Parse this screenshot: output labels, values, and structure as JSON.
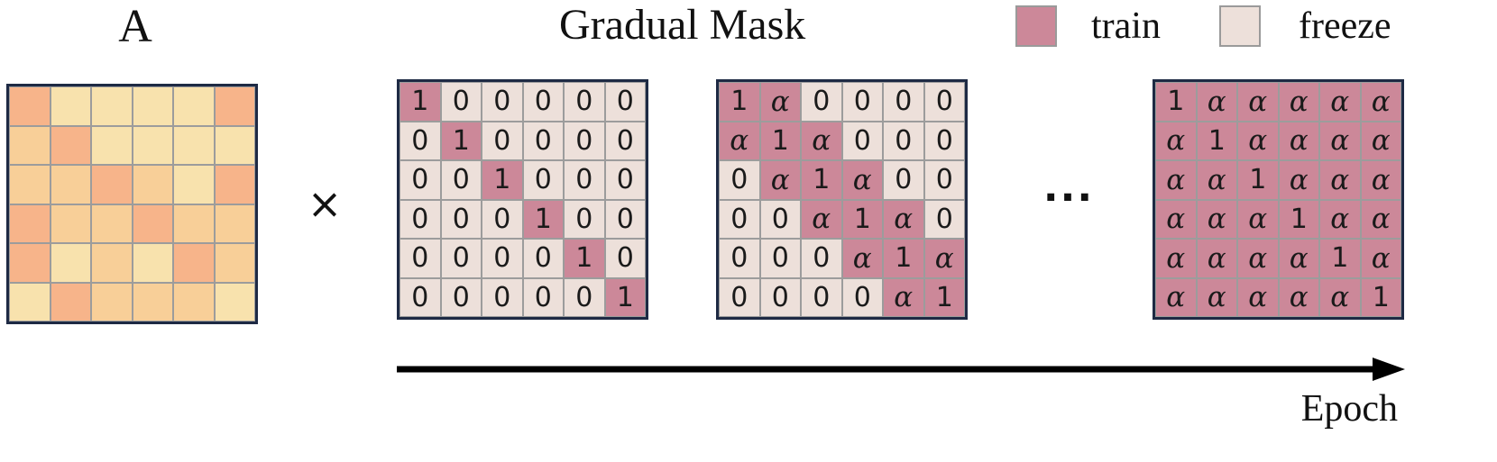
{
  "title_a": "A",
  "title_mask": "Gradual Mask",
  "legend": [
    {
      "label": "train",
      "color": "#cc8899"
    },
    {
      "label": "freeze",
      "color": "#ede0da"
    }
  ],
  "operator": "×",
  "ellipsis": "···",
  "axis_label": "Epoch",
  "colors": {
    "train": "#cc8899",
    "freeze": "#ede0da",
    "border": "#1e2a44",
    "a_dark": "#f7b48a",
    "a_mid": "#f8cf98",
    "a_light": "#f8e2ad"
  },
  "matrix_a": [
    [
      "dark",
      "light",
      "light",
      "light",
      "light",
      "dark"
    ],
    [
      "mid",
      "dark",
      "light",
      "light",
      "light",
      "light"
    ],
    [
      "mid",
      "mid",
      "dark",
      "mid",
      "light",
      "dark"
    ],
    [
      "dark",
      "mid",
      "mid",
      "dark",
      "mid",
      "mid"
    ],
    [
      "dark",
      "light",
      "mid",
      "light",
      "dark",
      "mid"
    ],
    [
      "light",
      "dark",
      "mid",
      "mid",
      "mid",
      "light"
    ]
  ],
  "masks": [
    {
      "cells": [
        [
          "1",
          "0",
          "0",
          "0",
          "0",
          "0"
        ],
        [
          "0",
          "1",
          "0",
          "0",
          "0",
          "0"
        ],
        [
          "0",
          "0",
          "1",
          "0",
          "0",
          "0"
        ],
        [
          "0",
          "0",
          "0",
          "1",
          "0",
          "0"
        ],
        [
          "0",
          "0",
          "0",
          "0",
          "1",
          "0"
        ],
        [
          "0",
          "0",
          "0",
          "0",
          "0",
          "1"
        ]
      ]
    },
    {
      "cells": [
        [
          "1",
          "α",
          "0",
          "0",
          "0",
          "0"
        ],
        [
          "α",
          "1",
          "α",
          "0",
          "0",
          "0"
        ],
        [
          "0",
          "α",
          "1",
          "α",
          "0",
          "0"
        ],
        [
          "0",
          "0",
          "α",
          "1",
          "α",
          "0"
        ],
        [
          "0",
          "0",
          "0",
          "α",
          "1",
          "α"
        ],
        [
          "0",
          "0",
          "0",
          "0",
          "α",
          "1"
        ]
      ]
    },
    {
      "cells": [
        [
          "1",
          "α",
          "α",
          "α",
          "α",
          "α"
        ],
        [
          "α",
          "1",
          "α",
          "α",
          "α",
          "α"
        ],
        [
          "α",
          "α",
          "1",
          "α",
          "α",
          "α"
        ],
        [
          "α",
          "α",
          "α",
          "1",
          "α",
          "α"
        ],
        [
          "α",
          "α",
          "α",
          "α",
          "1",
          "α"
        ],
        [
          "α",
          "α",
          "α",
          "α",
          "α",
          "1"
        ]
      ]
    }
  ]
}
